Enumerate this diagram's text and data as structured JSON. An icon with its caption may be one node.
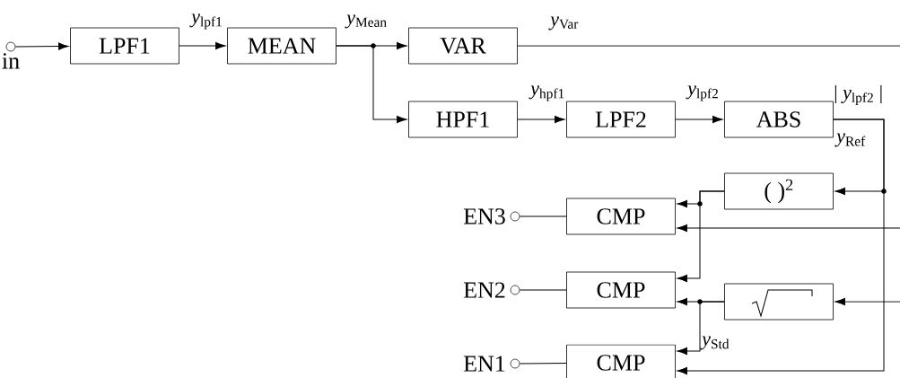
{
  "diagram": {
    "nodes": [
      {
        "text": [],
        "shape": "circle",
        "beside": [
          "in"
        ]
      },
      {
        "text": [
          "LPF1"
        ]
      },
      {
        "text": [
          "MEAN"
        ]
      },
      {
        "text": [
          "VAR"
        ]
      },
      {
        "text": [
          "HPF1"
        ]
      },
      {
        "text": [
          "LPF2"
        ]
      },
      {
        "text": [
          "ABS"
        ]
      },
      {
        "text": [
          "( )$^{2}$"
        ]
      },
      {
        "text": [],
        "shape": "box"
      },
      {
        "text": [
          "CMP"
        ]
      },
      {
        "text": [
          "CMP"
        ]
      },
      {
        "text": [
          "CMP"
        ]
      },
      {
        "text": [],
        "shape": "circle",
        "beside": [
          "EN3"
        ]
      },
      {
        "text": [],
        "shape": "circle",
        "beside": [
          "EN2"
        ]
      },
      {
        "text": [],
        "shape": "circle",
        "beside": [
          "EN1"
        ]
      }
    ],
    "edges": [
      {
        "from": 0,
        "to": 1,
        "arrow": "to"
      },
      {
        "from": 1,
        "to": 2,
        "arrow": "to"
      },
      {
        "from": 2,
        "to": 3,
        "arrow": "to"
      },
      {
        "from": 2,
        "to": 4,
        "arrow": "to"
      },
      {
        "from": 3,
        "to": null,
        "arrow": "none"
      },
      {
        "from": 4,
        "to": 5,
        "arrow": "to"
      },
      {
        "from": 5,
        "to": 6,
        "arrow": "to"
      },
      {
        "from": 6,
        "to": 7,
        "arrow": "to"
      },
      {
        "from": 6,
        "to": 11,
        "arrow": "to"
      },
      {
        "from": null,
        "to": 9,
        "arrow": "to"
      },
      {
        "from": null,
        "to": 8,
        "arrow": "to"
      },
      {
        "from": 7,
        "to": 9,
        "arrow": "to"
      },
      {
        "from": 7,
        "to": 10,
        "arrow": "to"
      },
      {
        "from": 8,
        "to": 10,
        "arrow": "to"
      },
      {
        "from": 8,
        "to": 11,
        "arrow": "to"
      },
      {
        "from": 9,
        "to": 12,
        "arrow": "none"
      },
      {
        "from": 10,
        "to": 13,
        "arrow": "none"
      },
      {
        "from": 11,
        "to": 14,
        "arrow": "none"
      }
    ],
    "labels": [
      "*y*$_{lpf1}$",
      "*y*$_{Mean}$",
      "*y*$_{Var}$",
      "*y*$_{hpf1}$",
      "*y*$_{lpf2}$",
      "| *y*$_{lpf2}$ |",
      "*y*$_{Ref}$",
      "*y*$_{Std}$"
    ]
  }
}
